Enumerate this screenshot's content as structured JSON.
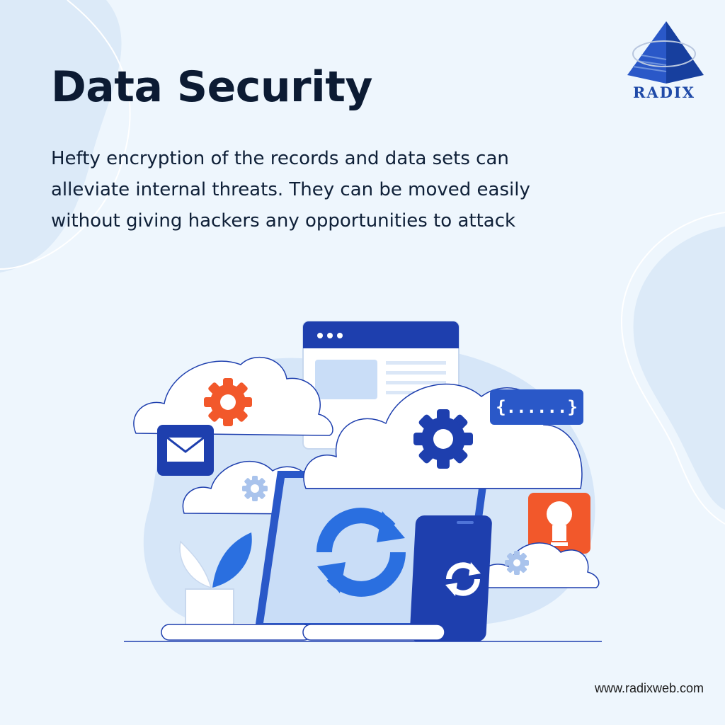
{
  "title": "Data Security",
  "description": [
    "Hefty encryption of the records and data sets can",
    "alleviate internal threats. They can be moved easily",
    "without giving hackers any opportunities to attack"
  ],
  "brand": {
    "name": "RADIX",
    "website": "www.radixweb.com"
  },
  "illustration": {
    "code_badge": "{......}",
    "icons": [
      "cloud-icon",
      "gear-icon",
      "envelope-icon",
      "browser-window-icon",
      "laptop-icon",
      "sync-icon",
      "smartphone-icon",
      "lightbulb-icon",
      "plant-icon"
    ]
  },
  "colors": {
    "background": "#eef6fd",
    "primary_blue": "#1e3fae",
    "accent_orange": "#f2582b",
    "light_blue": "#c9ddf7",
    "text_dark": "#0c1b33"
  }
}
